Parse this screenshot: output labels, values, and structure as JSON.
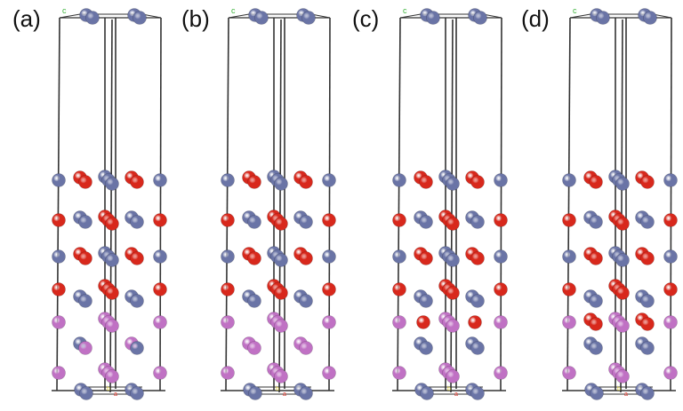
{
  "axis_label": "c",
  "colors": {
    "B": "#6a74a6",
    "R": "#d8281c",
    "P": "#c071c4",
    "frame": "#333333",
    "axis": "#3bb33b"
  },
  "panels": [
    {
      "label": "(a)",
      "layers": [
        [
          "B",
          "R",
          "B"
        ],
        [
          "R",
          "B",
          "R"
        ],
        [
          "B",
          "R",
          "B"
        ],
        [
          "R",
          "B",
          "R"
        ],
        [
          "P",
          "",
          "P"
        ],
        [
          "",
          "BP",
          ""
        ],
        [
          "P",
          "",
          "P"
        ]
      ]
    },
    {
      "label": "(b)",
      "layers": [
        [
          "B",
          "R",
          "B"
        ],
        [
          "R",
          "B",
          "R"
        ],
        [
          "B",
          "R",
          "B"
        ],
        [
          "R",
          "B",
          "R"
        ],
        [
          "P",
          "",
          "P"
        ],
        [
          "",
          "P",
          ""
        ],
        [
          "P",
          "",
          "P"
        ]
      ]
    },
    {
      "label": "(c)",
      "layers": [
        [
          "B",
          "R",
          "B"
        ],
        [
          "R",
          "B",
          "R"
        ],
        [
          "B",
          "R",
          "B"
        ],
        [
          "R",
          "B",
          "R"
        ],
        [
          "P",
          "R1",
          "P"
        ],
        [
          "",
          "B",
          ""
        ],
        [
          "P",
          "",
          "P"
        ]
      ]
    },
    {
      "label": "(d)",
      "layers": [
        [
          "B",
          "R",
          "B"
        ],
        [
          "R",
          "B",
          "R"
        ],
        [
          "B",
          "R",
          "B"
        ],
        [
          "R",
          "B",
          "R"
        ],
        [
          "P",
          "R",
          "P"
        ],
        [
          "",
          "B",
          ""
        ],
        [
          "P",
          "",
          "P"
        ]
      ]
    }
  ]
}
